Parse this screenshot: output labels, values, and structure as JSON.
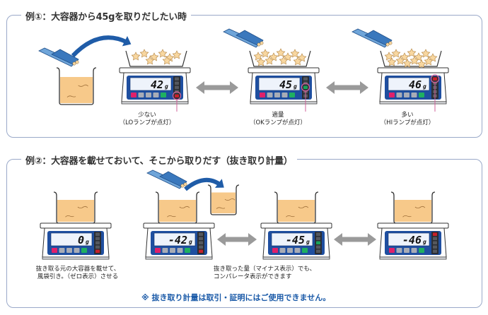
{
  "colors": {
    "panel_border": "#9aa9c9",
    "scale_blue": "#1f4fa0",
    "lcd_bg": "#eef3fb",
    "content_fill": "#f7c98a",
    "star_fill": "#f8d7a0",
    "arrow_gray": "#9a9a9a",
    "arrow_blue": "#1f5ca8",
    "lamp_red": "#c8202a",
    "lamp_green": "#1aa35a",
    "key_pink": "#e0206a",
    "key_gray": "#a8acb6",
    "key_green": "#1fb060",
    "highlight_ring": "#d0609a",
    "note_blue": "#1a5aa8"
  },
  "example1": {
    "title": "例①：大容器から45gを取りだしたい時",
    "scales": [
      {
        "display": "42",
        "unit": "g",
        "lamp": "LO",
        "caption_line1": "少ない",
        "caption_line2": "（LOランプが点灯）"
      },
      {
        "display": "45",
        "unit": "g",
        "lamp": "OK",
        "caption_line1": "適量",
        "caption_line2": "（OKランプが点灯）"
      },
      {
        "display": "46",
        "unit": "g",
        "lamp": "HI",
        "caption_line1": "多い",
        "caption_line2": "（HIランプが点灯）"
      }
    ]
  },
  "example2": {
    "title": "例②：大容器を載せておいて、そこから取りだす（抜き取り計量）",
    "scales": [
      {
        "display": "0",
        "unit": "g",
        "lamp": "LO"
      },
      {
        "display": "-42",
        "unit": "g",
        "lamp": "LO"
      },
      {
        "display": "-45",
        "unit": "g",
        "lamp": "OK"
      },
      {
        "display": "-46",
        "unit": "g",
        "lamp": "HI"
      }
    ],
    "caption_zero_line1": "抜き取る元の大容器を載せて、",
    "caption_zero_line2": "風袋引き。（ゼロ表示）させる",
    "caption_minus_line1": "抜き取った量（マイナス表示）でも、",
    "caption_minus_line2": "コンパレータ表示ができます",
    "note": "※ 抜き取り計量は取引・証明にはご使用できません。"
  }
}
